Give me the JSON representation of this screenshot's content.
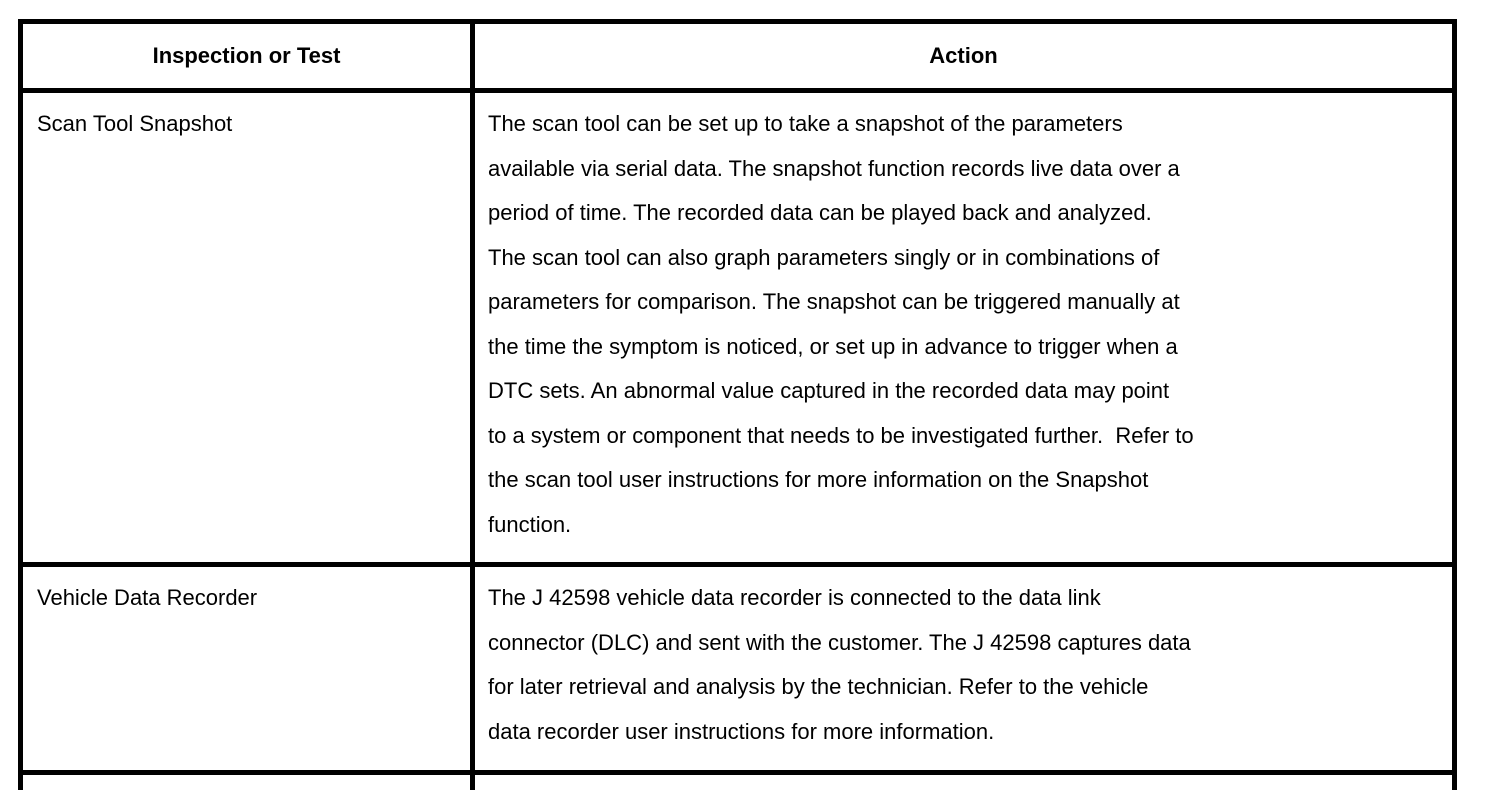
{
  "colors": {
    "background": "#ffffff",
    "border": "#000000",
    "text": "#000000"
  },
  "table": {
    "headers": {
      "inspection": "Inspection or Test",
      "action": "Action"
    },
    "rows": [
      {
        "inspection": "Scan Tool Snapshot",
        "action_lines": [
          "The scan tool can be set up to take a snapshot of the parameters",
          "available via serial data. The snapshot function records live data over a",
          "period of time. The recorded data can be played back and analyzed.",
          "The scan tool can also graph parameters singly or in combinations of",
          "parameters for comparison. The snapshot can be triggered manually at",
          "the time the symptom is noticed, or set up in advance to trigger when a",
          "DTC sets. An abnormal value captured in the recorded data may point",
          "to a system or component that needs to be investigated further.  Refer to",
          "the scan tool user instructions for more information on the Snapshot",
          "function."
        ]
      },
      {
        "inspection": "Vehicle Data Recorder",
        "action_lines": [
          "The J 42598 vehicle data recorder is connected to the data link",
          "connector (DLC) and sent with the customer. The J 42598 captures data",
          "for later retrieval and analysis by the technician. Refer to the vehicle",
          "data recorder user instructions for more information."
        ]
      }
    ]
  }
}
